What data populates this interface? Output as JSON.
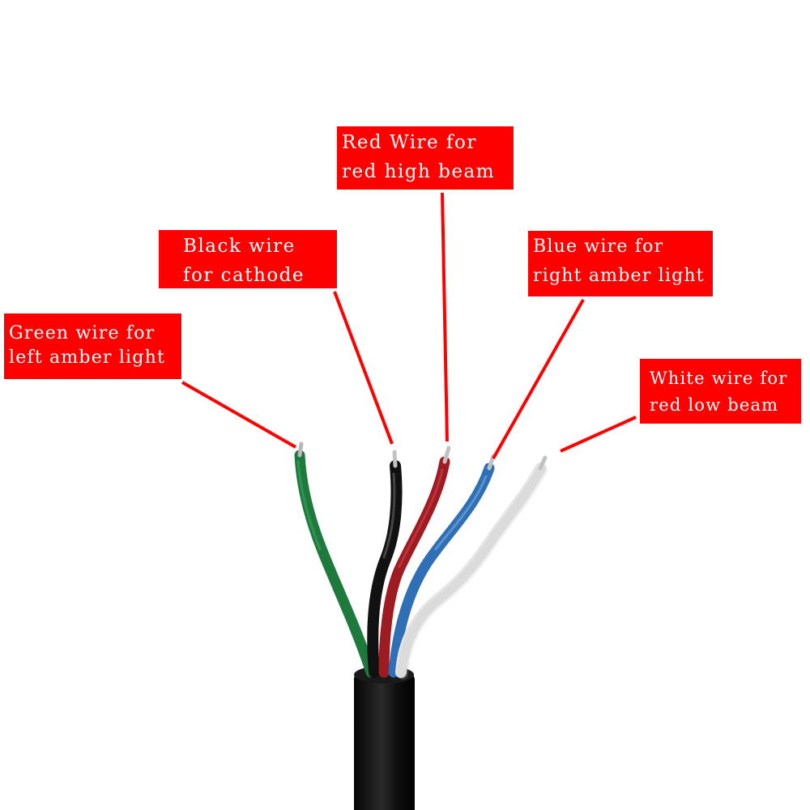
{
  "colors": {
    "label_bg": "#ff0000",
    "label_text": "#ffffff",
    "leader": "#ff0000",
    "green": "#1d7a3c",
    "black": "#111111",
    "red": "#9e1b22",
    "blue": "#2f6fb5",
    "white": "#ececec",
    "jacket": "#121212"
  },
  "labels": {
    "red": {
      "line1": "Red Wire for",
      "line2": "red high beam"
    },
    "black": {
      "line1": "Black wire",
      "line2": "for cathode"
    },
    "blue": {
      "line1": "Blue wire for",
      "line2": "right amber light"
    },
    "green": {
      "line1": "Green wire for",
      "line2": "left amber light"
    },
    "white": {
      "line1": "White wire for",
      "line2": "red low beam"
    }
  }
}
